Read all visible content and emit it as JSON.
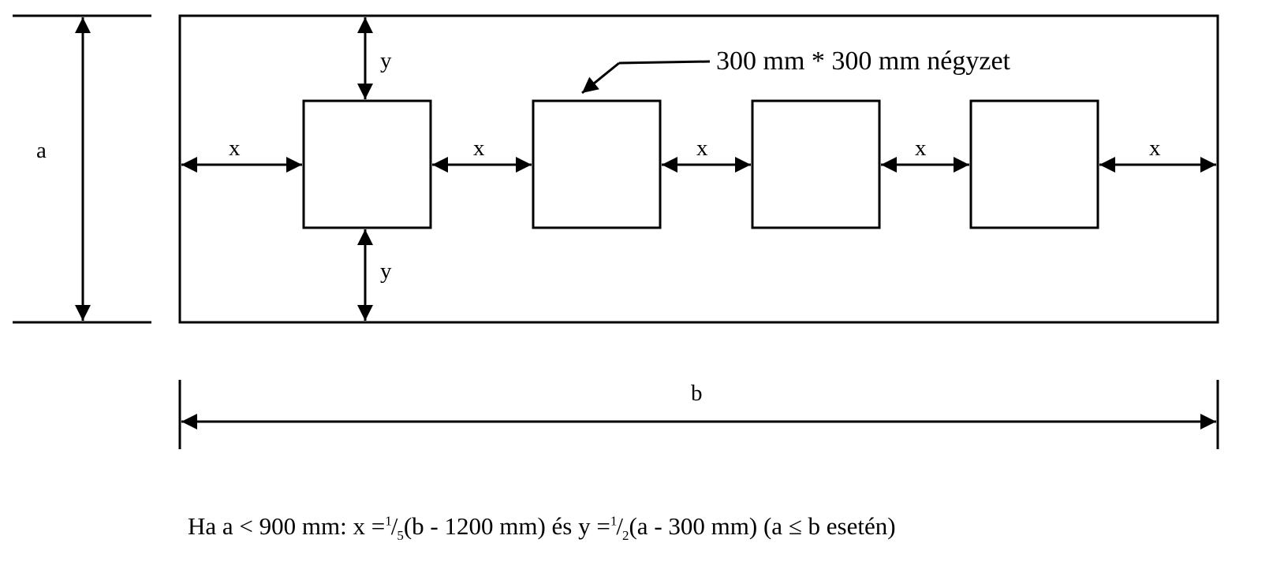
{
  "labels": {
    "a": "a",
    "b": "b",
    "x": "x",
    "y": "y"
  },
  "annotation": "300 mm * 300 mm négyzet",
  "formula": {
    "prefix": "Ha a < 900 mm: x =",
    "frac1_num": "1",
    "frac1_den": "5",
    "mid1": "(b - 1200 mm) és y =",
    "frac2_num": "1",
    "frac2_den": "2",
    "suffix": "(a - 300 mm) (a ≤ b esetén)"
  },
  "colors": {
    "line": "#000000",
    "background": "#ffffff"
  }
}
